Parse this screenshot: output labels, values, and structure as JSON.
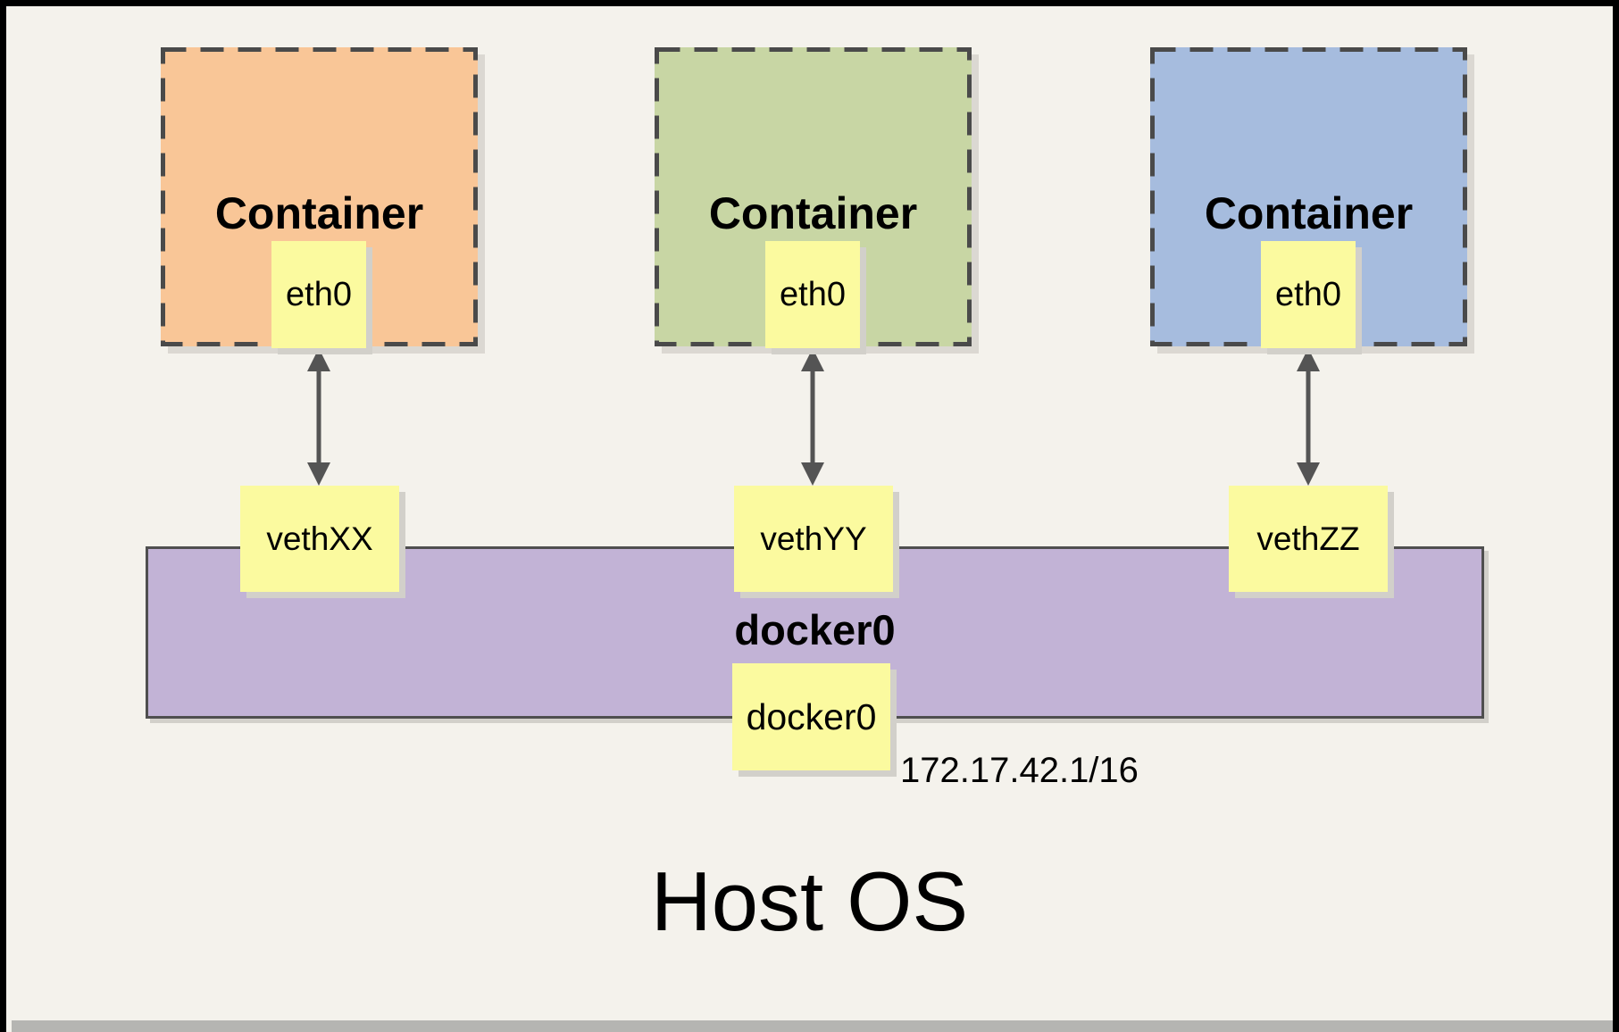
{
  "canvas": {
    "background": "#F4F2EC",
    "frame_color": "#000000",
    "bottom_shadow_color": "#B5B5B2"
  },
  "colors": {
    "dashed_border": "#4A4A4A",
    "bridge_border": "#4F4F4F",
    "arrow": "#545454",
    "interface_fill": "#FBFA9F"
  },
  "containers": [
    {
      "title": "Container",
      "fill": "#F9C697",
      "interface": "eth0",
      "veth": "vethXX"
    },
    {
      "title": "Container",
      "fill": "#C8D6A4",
      "interface": "eth0",
      "veth": "vethYY"
    },
    {
      "title": "Container",
      "fill": "#A6BCDE",
      "interface": "eth0",
      "veth": "vethZZ"
    }
  ],
  "bridge": {
    "label": "docker0",
    "fill": "#C2B3D6",
    "interface": "docker0",
    "ip": "172.17.42.1/16"
  },
  "host": {
    "label": "Host OS"
  }
}
